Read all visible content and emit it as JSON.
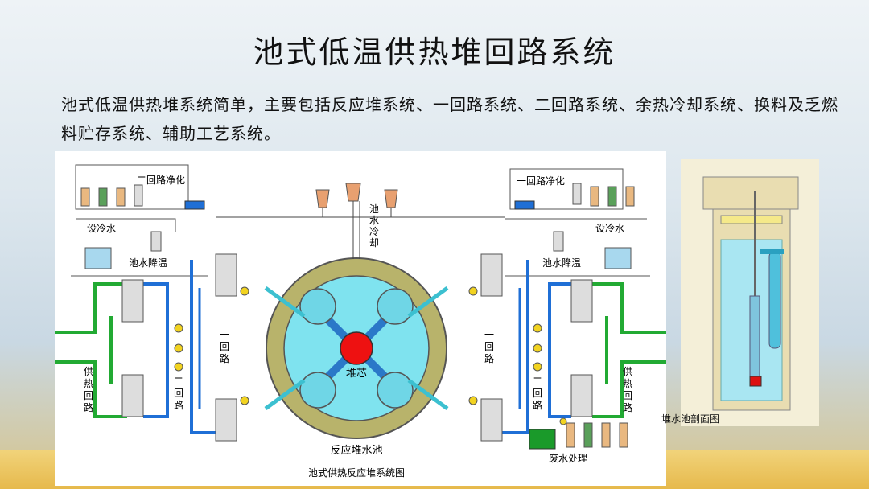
{
  "title": "池式低温供热堆回路系统",
  "intro": "池式低温供热堆系统简单，主要包括反应堆系统、一回路系统、二回路系统、余热冷却系统、换料及乏燃料贮存系统、辅助工艺系统。",
  "diagram": {
    "label_secondary_purify": "二回路净化",
    "label_primary_purify": "一回路净化",
    "label_cooling_water_left": "设冷水",
    "label_cooling_water_right": "设冷水",
    "label_pool_cooldown_left": "池水降温",
    "label_pool_cooldown_right": "池水降温",
    "label_pool_cooling": "池水冷却",
    "label_primary_loop_left": "一回路",
    "label_primary_loop_right": "一回路",
    "label_secondary_loop_left": "二回路",
    "label_secondary_loop_right": "二回路",
    "label_heating_loop_left": "供热回路",
    "label_heating_loop_right": "供热回路",
    "label_core": "堆芯",
    "label_reactor_pool": "反应堆水池",
    "label_waste_water": "废水处理",
    "caption_system": "池式供热反应堆系统图",
    "caption_section": "堆水池剖面图"
  },
  "colors": {
    "pool_outer": "#b8b36b",
    "pool_inner": "#7fe3ef",
    "core": "#ee1111",
    "pipe_blue": "#1f6fd6",
    "pipe_green": "#22aa33",
    "pipe_cyan": "#3cc0d0",
    "section_water": "#a9e6f2",
    "section_wall": "#e9ddb1"
  }
}
